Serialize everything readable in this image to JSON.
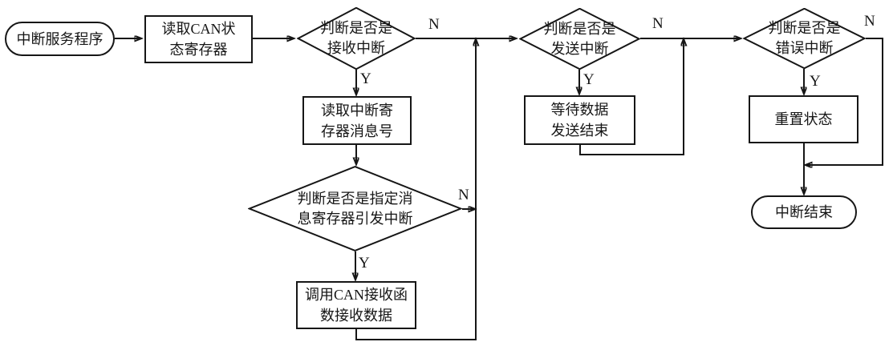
{
  "diagram_type": "flowchart",
  "labels": {
    "yes": "Y",
    "no": "N"
  },
  "colors": {
    "stroke": "#161616",
    "background": "#ffffff",
    "text": "#161616"
  },
  "nodes": {
    "start": {
      "type": "terminator",
      "lines": [
        "中断服务程序"
      ]
    },
    "read_can_status": {
      "type": "process",
      "lines": [
        "读取CAN状",
        "态寄存器"
      ]
    },
    "is_receive_interrupt": {
      "type": "decision",
      "lines": [
        "判断是否是",
        "接收中断"
      ]
    },
    "read_interrupt_msg": {
      "type": "process",
      "lines": [
        "读取中断寄",
        "存器消息号"
      ]
    },
    "is_specified_msg": {
      "type": "decision",
      "lines": [
        "判断是否是指定消",
        "息寄存器引发中断"
      ]
    },
    "call_can_receive": {
      "type": "process",
      "lines": [
        "调用CAN接收函",
        "数接收数据"
      ]
    },
    "is_send_interrupt": {
      "type": "decision",
      "lines": [
        "判断是否是",
        "发送中断"
      ]
    },
    "wait_send_finish": {
      "type": "process",
      "lines": [
        "等待数据",
        "发送结束"
      ]
    },
    "is_error_interrupt": {
      "type": "decision",
      "lines": [
        "判断是否是",
        "错误中断"
      ]
    },
    "reset_state": {
      "type": "process",
      "lines": [
        "重置状态"
      ]
    },
    "end": {
      "type": "terminator",
      "lines": [
        "中断结束"
      ]
    }
  }
}
